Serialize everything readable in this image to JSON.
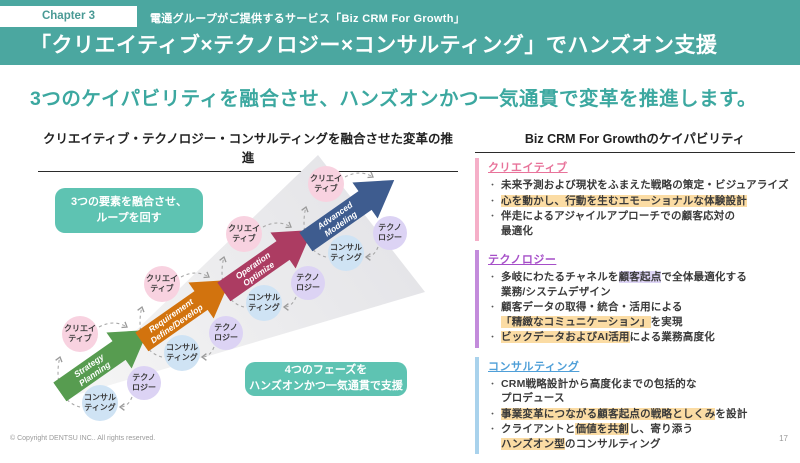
{
  "header": {
    "chapter_badge": "Chapter 3",
    "service_label": "電通グループがご提供するサービス「Biz CRM For Growth」",
    "title": "「クリエイティブ×テクノロジー×コンサルティング」でハンズオン支援"
  },
  "lead": "3つのケイパビリティを融合させ、ハンズオンかつ一気通貫で変革を推進します。",
  "colors": {
    "banner_teal": "#4BA7A0",
    "lead_teal": "#3CA8A0",
    "callout_teal": "#5EC3B2",
    "highlight_orange": "#FBDCA4",
    "highlight_purple": "#DED5F6"
  },
  "bullet_glyph": "・",
  "diagram": {
    "title": "クリエイティブ・テクノロジー・コンサルティングを融合させた変革の推進",
    "callout_loop": "3つの要素を融合させ、\nループを回す",
    "callout_phases": "4つのフェーズを\nハンズオンかつ一気通貫で支援",
    "bubble_labels": {
      "creative": "クリエイ\nティブ",
      "technology": "テクノ\nロジー",
      "consulting": "コンサル\nティング"
    },
    "bubble_colors": {
      "creative": "#F8D2E0",
      "technology": "#DCD3F4",
      "consulting": "#CFE3F4"
    },
    "phases": [
      {
        "label": "Strategy\nPlanning",
        "color": "#579C50"
      },
      {
        "label": "Requirement\nDefine/Develop",
        "color": "#D2730E"
      },
      {
        "label": "Operation\nOptimize",
        "color": "#AC3C62"
      },
      {
        "label": "Advanced\nModeling",
        "color": "#3E5C8F"
      }
    ]
  },
  "capabilities": {
    "title": "Biz CRM For Growthのケイパビリティ",
    "sections": [
      {
        "name": "クリエイティブ",
        "color": "#E8739A",
        "bar_color": "#F5AFC8",
        "bullets": [
          [
            {
              "t": "未来予測および現状をふまえた戦略の策定・ビジュアライズ"
            }
          ],
          [
            {
              "t": "心を動かし、行動を生むエモーショナルな体験設計",
              "h": "orange"
            }
          ],
          [
            {
              "t": "伴走によるアジャイルアプローチでの顧客応対の\n最適化"
            }
          ]
        ]
      },
      {
        "name": "テクノロジー",
        "color": "#A64FC8",
        "bar_color": "#C38BDB",
        "bullets": [
          [
            {
              "t": "多岐にわたるチャネルを"
            },
            {
              "t": "顧客起点",
              "h": "purple"
            },
            {
              "t": "で全体最適化する\n業務/システムデザイン"
            }
          ],
          [
            {
              "t": "顧客データの取得・統合・活用による\n"
            },
            {
              "t": "「精緻なコミュニケーション」",
              "h": "orange"
            },
            {
              "t": "を実現"
            }
          ],
          [
            {
              "t": "ビックデータおよびAI活用",
              "h": "orange"
            },
            {
              "t": "による業務高度化"
            }
          ]
        ]
      },
      {
        "name": "コンサルティング",
        "color": "#4F9FD8",
        "bar_color": "#A9D2EC",
        "bullets": [
          [
            {
              "t": "CRM戦略設計から高度化までの包括的な\nプロデュース"
            }
          ],
          [
            {
              "t": "事業変革につながる顧客起点の戦略としくみ",
              "h": "orange"
            },
            {
              "t": "を設計"
            }
          ],
          [
            {
              "t": "クライアントと"
            },
            {
              "t": "価値を共創",
              "h": "orange"
            },
            {
              "t": "し、寄り添う\n"
            },
            {
              "t": "ハンズオン型",
              "h": "orange"
            },
            {
              "t": "のコンサルティング"
            }
          ]
        ]
      }
    ]
  },
  "footer": {
    "copyright": "© Copyright DENTSU INC.. All rights reserved.",
    "page_number": "17"
  }
}
